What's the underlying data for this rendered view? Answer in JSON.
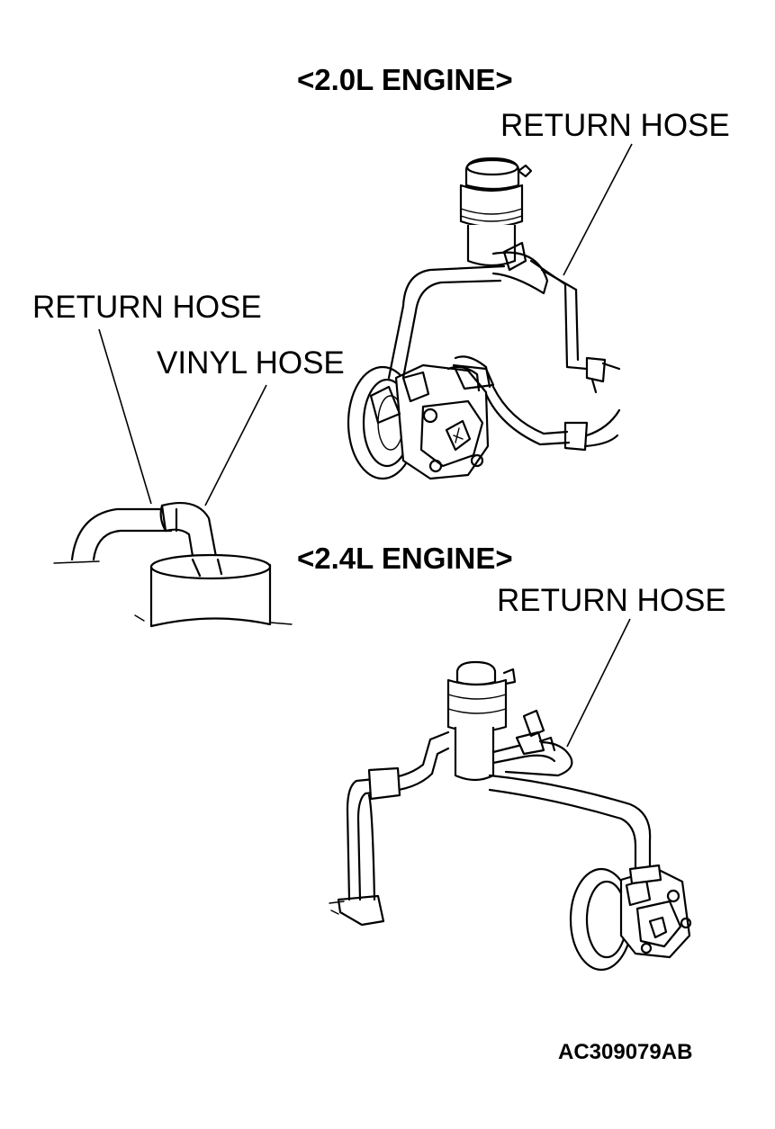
{
  "labels": {
    "engine_20_title": "<2.0L ENGINE>",
    "engine_24_title": "<2.4L ENGINE>",
    "return_hose_20": "RETURN HOSE",
    "return_hose_detail": "RETURN HOSE",
    "vinyl_hose_detail": "VINYL HOSE",
    "return_hose_24": "RETURN HOSE",
    "figure_code": "AC309079AB"
  },
  "icons": {
    "reservoir_20": "oil-reservoir-icon",
    "pump_20": "power-steering-pump-icon",
    "detail": "hose-connection-detail-icon",
    "reservoir_24": "oil-reservoir-icon",
    "pump_24": "power-steering-pump-icon"
  },
  "colors": {
    "ink": "#000000",
    "paper": "#ffffff"
  }
}
